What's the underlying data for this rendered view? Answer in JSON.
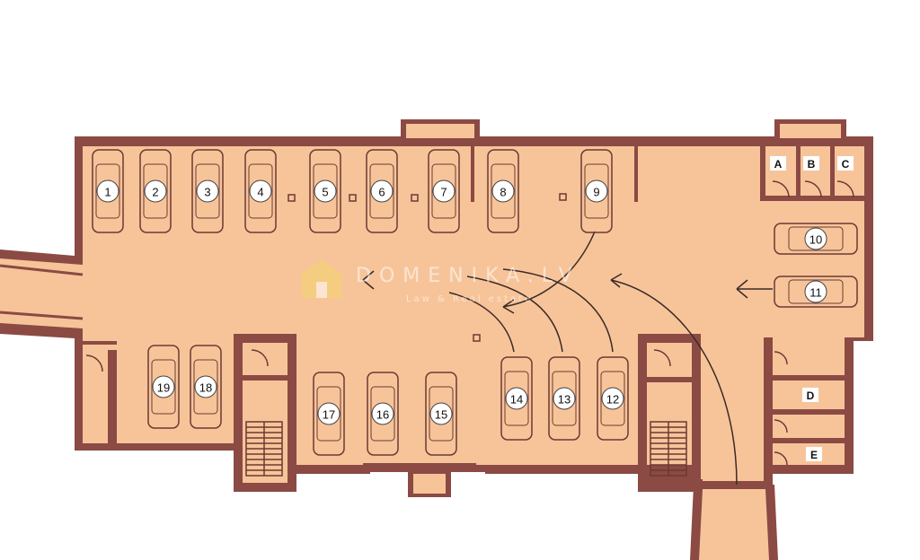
{
  "colors": {
    "floor": "#f7c49a",
    "wall": "#8b4a43",
    "car_outline": "#6b3a33",
    "circle_fill": "#ffffff",
    "arrow": "#3a2a26"
  },
  "spots": [
    {
      "id": "1"
    },
    {
      "id": "2"
    },
    {
      "id": "3"
    },
    {
      "id": "4"
    },
    {
      "id": "5"
    },
    {
      "id": "6"
    },
    {
      "id": "7"
    },
    {
      "id": "8"
    },
    {
      "id": "9"
    },
    {
      "id": "10"
    },
    {
      "id": "11"
    },
    {
      "id": "12"
    },
    {
      "id": "13"
    },
    {
      "id": "14"
    },
    {
      "id": "15"
    },
    {
      "id": "16"
    },
    {
      "id": "17"
    },
    {
      "id": "18"
    },
    {
      "id": "19"
    }
  ],
  "storage": [
    {
      "id": "A"
    },
    {
      "id": "B"
    },
    {
      "id": "C"
    },
    {
      "id": "D"
    },
    {
      "id": "E"
    }
  ],
  "watermark": {
    "brand": "DOMENIKA.LV",
    "tagline": "Law & Real estate"
  }
}
